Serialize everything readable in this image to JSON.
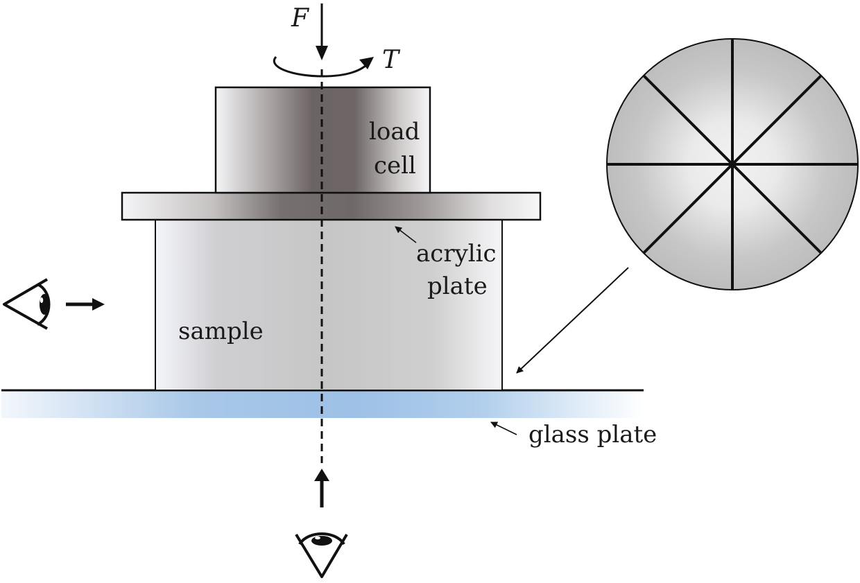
{
  "labels": {
    "force": "F",
    "torque": "T",
    "load_cell_line1": "load",
    "load_cell_line2": "cell",
    "acrylic_line1": "acrylic",
    "acrylic_line2": "plate",
    "sample": "sample",
    "glass": "glass plate"
  },
  "colors": {
    "ink": "#111111",
    "load_cell_dark": "#6f6767",
    "sample_gray": "#c8c8c8",
    "glass_blue": "#9fc2e6"
  }
}
